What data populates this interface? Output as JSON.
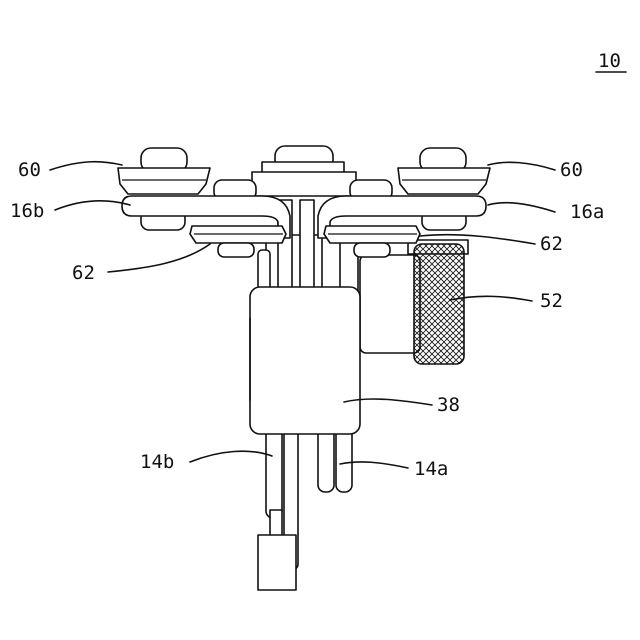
{
  "figure": {
    "number": "10",
    "labels": {
      "tr_left": "60",
      "tr_right": "60",
      "arm_left": "16b",
      "arm_right": "16a",
      "ring_left": "62",
      "ring_right": "62",
      "knob": "52",
      "block": "38",
      "rod_left": "14b",
      "rod_right": "14a"
    }
  }
}
